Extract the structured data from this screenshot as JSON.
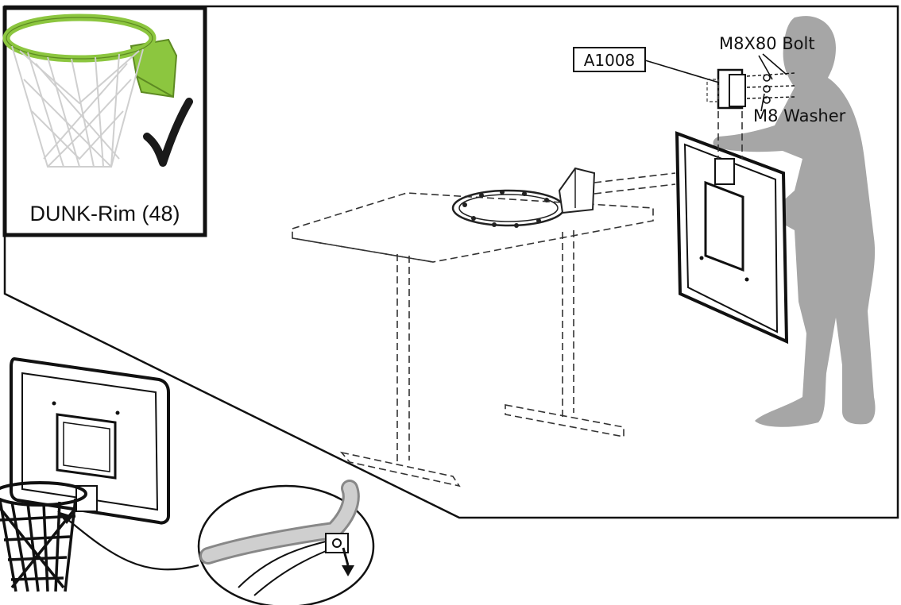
{
  "inset": {
    "title": "DUNK-Rim (48)",
    "rim_color": "#8cc63f"
  },
  "callouts": {
    "part_box": "A1008",
    "bolt": "M8X80 Bolt",
    "washer": "M8 Washer"
  },
  "colors": {
    "person": "#a6a6a6",
    "line": "#222222"
  }
}
